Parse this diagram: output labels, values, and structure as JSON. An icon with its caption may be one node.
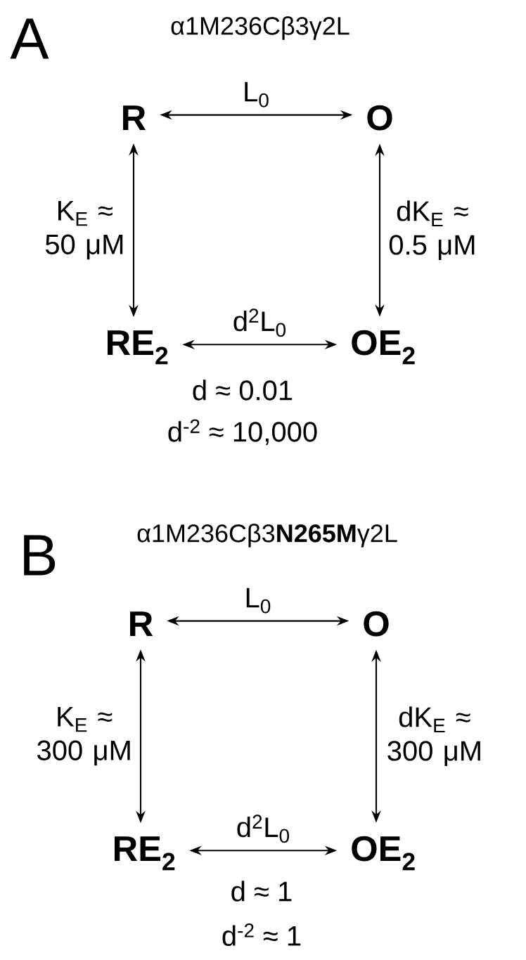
{
  "diagram": {
    "nodes": [
      {
        "text": [
          "R"
        ]
      },
      {
        "text": [
          "O"
        ]
      },
      {
        "text": [
          "RE$_{2}$"
        ]
      },
      {
        "text": [
          "OE$_{2}$"
        ]
      },
      {
        "text": [
          "R"
        ]
      },
      {
        "text": [
          "O"
        ]
      },
      {
        "text": [
          "RE$_{2}$"
        ]
      },
      {
        "text": [
          "OE$_{2}$"
        ]
      }
    ],
    "edges": [
      {
        "from": 0,
        "to": 1,
        "arrow": "both",
        "label": "L$_{0}$"
      },
      {
        "from": 0,
        "to": 2,
        "arrow": "both",
        "label": "K$_{E}$ ≈ 50 μM"
      },
      {
        "from": 1,
        "to": 3,
        "arrow": "both",
        "label": "dK$_{E}$ ≈ 0.5 μM"
      },
      {
        "from": 2,
        "to": 3,
        "arrow": "both",
        "label": "d$^{2}$L$_{0}$"
      },
      {
        "from": 4,
        "to": 5,
        "arrow": "both",
        "label": "L$_{0}$"
      },
      {
        "from": 4,
        "to": 6,
        "arrow": "both",
        "label": "K$_{E}$ ≈ 300 μM"
      },
      {
        "from": 5,
        "to": 7,
        "arrow": "both",
        "label": "dK$_{E}$ ≈ 300 μM"
      },
      {
        "from": 6,
        "to": 7,
        "arrow": "both",
        "label": "d$^{2}$L$_{0}$"
      }
    ],
    "labels": [
      "A",
      "α1M236Cβ3γ2L",
      "d ≈ 0.01",
      "d$^{-2}$ ≈ 10,000",
      "B",
      "α1M236Cβ3**N265M**γ2L",
      "d ≈ 1",
      "d$^{-2}$ ≈ 1"
    ]
  }
}
